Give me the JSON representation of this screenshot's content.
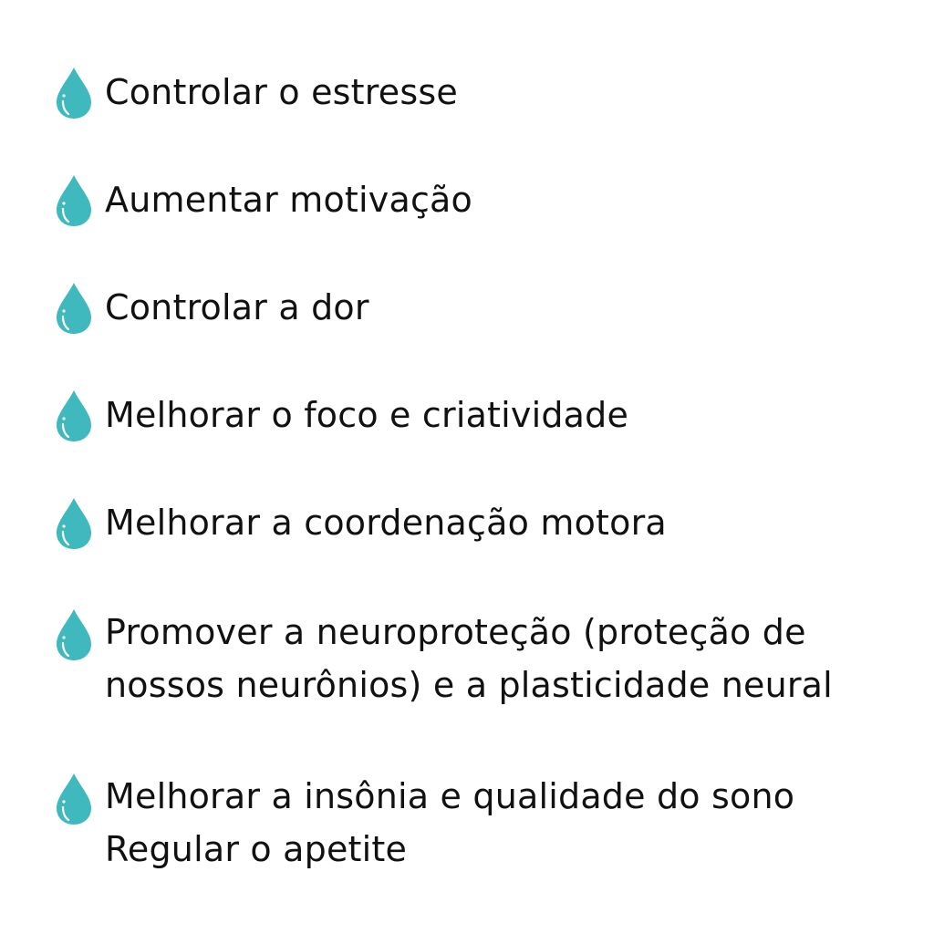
{
  "colors": {
    "drop": "#3fb9bd",
    "drop_highlight": "#ffffff",
    "text": "#111111"
  },
  "icon": "water-drop-icon",
  "items": [
    {
      "lines": [
        "Controlar o estresse"
      ]
    },
    {
      "lines": [
        "Aumentar motivação"
      ]
    },
    {
      "lines": [
        "Controlar a dor"
      ]
    },
    {
      "lines": [
        "Melhorar o foco e criatividade"
      ]
    },
    {
      "lines": [
        "Melhorar a coordenação motora"
      ]
    },
    {
      "lines": [
        "Promover a neuroproteção (proteção de",
        "nossos neurônios) e a plasticidade neural"
      ]
    },
    {
      "lines": [
        "Melhorar a insônia e qualidade do sono",
        "Regular o apetite"
      ]
    }
  ]
}
